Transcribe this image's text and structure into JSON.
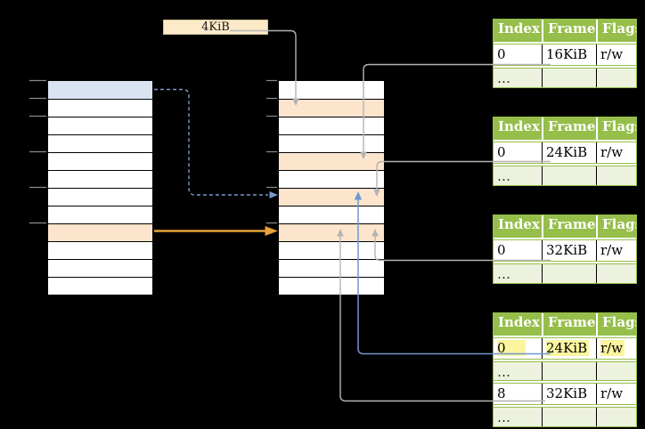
{
  "size_label": {
    "text": "4KiB"
  },
  "page_tables": [
    {
      "name": "page-table-top",
      "headers": [
        "Index",
        "Frame",
        "Flags"
      ],
      "rows": [
        {
          "cells": [
            "0",
            "16KiB",
            "r/w"
          ],
          "highlighted": false
        },
        {
          "cells": [
            "…",
            "",
            ""
          ],
          "highlighted": false
        }
      ]
    },
    {
      "name": "page-table-second",
      "headers": [
        "Index",
        "Frame",
        "Flags"
      ],
      "rows": [
        {
          "cells": [
            "0",
            "24KiB",
            "r/w"
          ],
          "highlighted": false
        },
        {
          "cells": [
            "…",
            "",
            ""
          ],
          "highlighted": false
        }
      ]
    },
    {
      "name": "page-table-third",
      "headers": [
        "Index",
        "Frame",
        "Flags"
      ],
      "rows": [
        {
          "cells": [
            "0",
            "32KiB",
            "r/w"
          ],
          "highlighted": false
        },
        {
          "cells": [
            "…",
            "",
            ""
          ],
          "highlighted": false
        }
      ]
    },
    {
      "name": "page-table-bottom",
      "headers": [
        "Index",
        "Frame",
        "Flags"
      ],
      "rows": [
        {
          "cells": [
            "0",
            "24KiB",
            "r/w"
          ],
          "highlighted": true
        },
        {
          "cells": [
            "…",
            "",
            ""
          ],
          "highlighted": false
        },
        {
          "cells": [
            "8",
            "32KiB",
            "r/w"
          ],
          "highlighted": false
        },
        {
          "cells": [
            "…",
            "",
            ""
          ],
          "highlighted": false
        }
      ]
    }
  ],
  "left_column": {
    "row_count": 12,
    "blue_row_index": 1,
    "orange_row_index": 9
  },
  "middle_column": {
    "row_count": 12,
    "orange_row_indices": [
      2,
      5,
      7,
      9
    ]
  },
  "connections": [
    {
      "from": "size-label",
      "to": "middle-column-row-2",
      "style": "gray-solid"
    },
    {
      "from": "page-table-top-row-0",
      "to": "middle-column-row-5",
      "style": "gray-solid"
    },
    {
      "from": "page-table-second-row-0",
      "to": "middle-column-row-7",
      "style": "gray-solid"
    },
    {
      "from": "page-table-third-row-0",
      "to": "middle-column-row-9",
      "style": "gray-solid"
    },
    {
      "from": "page-table-bottom-row-0",
      "to": "middle-column-row-7",
      "style": "blue-solid"
    },
    {
      "from": "page-table-bottom-row-8",
      "to": "middle-column-row-9",
      "style": "gray-solid"
    },
    {
      "from": "left-column-row-1",
      "to": "middle-column-row-7",
      "style": "blue-dashed"
    },
    {
      "from": "left-column-row-9",
      "to": "middle-column-row-9",
      "style": "orange-solid"
    }
  ],
  "colors": {
    "background": "#000000",
    "size_box_fill": "#fdeac9",
    "blue_row": "#dae3f1",
    "orange_row": "#fce4cd",
    "table_header_green": "#96be4b",
    "table_dots_row_green": "#ecf2de",
    "highlight_yellow": "#fbf5a0",
    "gray_arrow": "#b3b3b3",
    "blue_arrow": "#6f98cf",
    "blue_dashed_arrow": "#7c97c8",
    "orange_arrow": "#e8a23a"
  }
}
